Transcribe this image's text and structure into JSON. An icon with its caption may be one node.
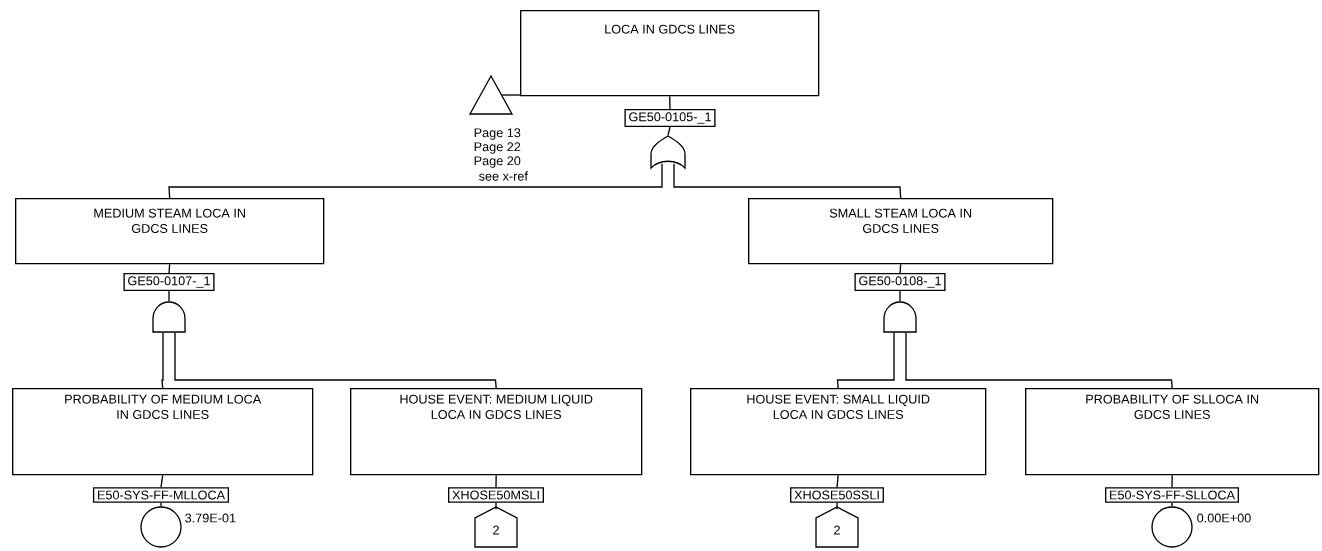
{
  "diagram": {
    "nodes": [
      {
        "text": [
          "LOCA IN GDCS LINES"
        ]
      },
      {
        "text": [
          "GE50-0105-_1"
        ]
      },
      {
        "text": [],
        "shape": "or-gate"
      },
      {
        "text": [],
        "shape": "triangle",
        "beside": [
          "Page 13",
          "Page 22",
          "Page 20",
          "see x-ref"
        ]
      },
      {
        "text": [
          "MEDIUM STEAM LOCA IN GDCS LINES"
        ]
      },
      {
        "text": [
          "GE50-0107-_1"
        ]
      },
      {
        "text": [],
        "shape": "and-gate"
      },
      {
        "text": [
          "SMALL STEAM LOCA IN GDCS LINES"
        ]
      },
      {
        "text": [
          "GE50-0108-_1"
        ]
      },
      {
        "text": [],
        "shape": "and-gate"
      },
      {
        "text": [
          "PROBABILITY OF MEDIUM LOCA IN GDCS LINES"
        ]
      },
      {
        "text": [
          "E50-SYS-FF-MLLOCA"
        ]
      },
      {
        "text": [],
        "shape": "circle",
        "beside": [
          "3.79E-01"
        ]
      },
      {
        "text": [
          "HOUSE EVENT: MEDIUM LIQUID LOCA IN GDCS LINES"
        ]
      },
      {
        "text": [
          "XHOSE50MSLI"
        ]
      },
      {
        "text": [
          "2"
        ]
      },
      {
        "text": [
          "HOUSE EVENT: SMALL LIQUID LOCA IN GDCS LINES"
        ]
      },
      {
        "text": [
          "XHOSE50SSLI"
        ]
      },
      {
        "text": [
          "2"
        ]
      },
      {
        "text": [
          "PROBABILITY OF SLLOCA IN GDCS LINES"
        ]
      },
      {
        "text": [
          "E50-SYS-FF-SLLOCA"
        ]
      },
      {
        "text": [],
        "shape": "circle",
        "beside": [
          "0.00E+00"
        ]
      }
    ],
    "edges": [
      {
        "from": 0,
        "to": 1,
        "arrow": "none"
      },
      {
        "from": 1,
        "to": 2,
        "arrow": "none"
      },
      {
        "from": 3,
        "to": 0,
        "arrow": "none"
      },
      {
        "from": 2,
        "to": 4,
        "arrow": "none"
      },
      {
        "from": 2,
        "to": 7,
        "arrow": "none"
      },
      {
        "from": 4,
        "to": 5,
        "arrow": "none"
      },
      {
        "from": 5,
        "to": 6,
        "arrow": "none"
      },
      {
        "from": 6,
        "to": 10,
        "arrow": "none"
      },
      {
        "from": 6,
        "to": 13,
        "arrow": "none"
      },
      {
        "from": 7,
        "to": 8,
        "arrow": "none"
      },
      {
        "from": 8,
        "to": 9,
        "arrow": "none"
      },
      {
        "from": 9,
        "to": 16,
        "arrow": "none"
      },
      {
        "from": 9,
        "to": 19,
        "arrow": "none"
      },
      {
        "from": 10,
        "to": 11,
        "arrow": "none"
      },
      {
        "from": 11,
        "to": 12,
        "arrow": "none"
      },
      {
        "from": 13,
        "to": 14,
        "arrow": "none"
      },
      {
        "from": 14,
        "to": 15,
        "arrow": "none"
      },
      {
        "from": 16,
        "to": 17,
        "arrow": "none"
      },
      {
        "from": 17,
        "to": 18,
        "arrow": "none"
      },
      {
        "from": 19,
        "to": 20,
        "arrow": "none"
      },
      {
        "from": 20,
        "to": 21,
        "arrow": "none"
      }
    ]
  }
}
